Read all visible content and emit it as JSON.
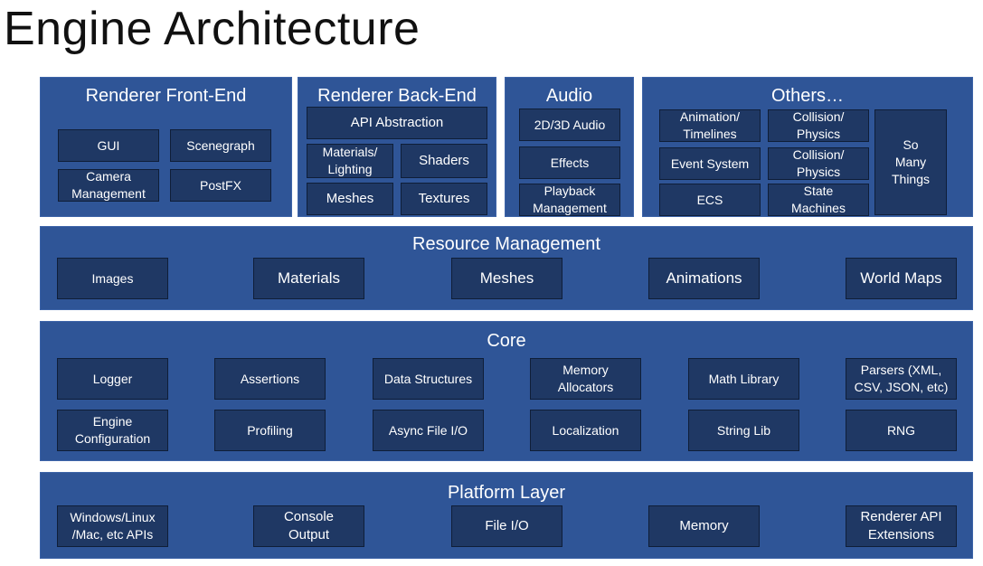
{
  "title": "Engine Architecture",
  "colors": {
    "panel": "#2f5597",
    "box": "#1f3864",
    "text": "#ffffff"
  },
  "renderer_front_end": {
    "title": "Renderer Front-End",
    "items": [
      "GUI",
      "Scenegraph",
      "Camera\nManagement",
      "PostFX"
    ]
  },
  "renderer_back_end": {
    "title": "Renderer Back-End",
    "items": [
      "API Abstraction",
      "Materials/\nLighting",
      "Shaders",
      "Meshes",
      "Textures"
    ]
  },
  "audio": {
    "title": "Audio",
    "items": [
      "2D/3D Audio",
      "Effects",
      "Playback\nManagement"
    ]
  },
  "others": {
    "title": "Others…",
    "items": [
      "Animation/\nTimelines",
      "Collision/\nPhysics",
      "Event System",
      "Collision/\nPhysics",
      "ECS",
      "State\nMachines",
      "So\nMany\nThings"
    ]
  },
  "resource_management": {
    "title": "Resource Management",
    "items": [
      "Images",
      "Materials",
      "Meshes",
      "Animations",
      "World Maps"
    ]
  },
  "core": {
    "title": "Core",
    "items": [
      "Logger",
      "Assertions",
      "Data Structures",
      "Memory\nAllocators",
      "Math Library",
      "Parsers (XML,\nCSV, JSON, etc)",
      "Engine\nConfiguration",
      "Profiling",
      "Async File I/O",
      "Localization",
      "String Lib",
      "RNG"
    ]
  },
  "platform_layer": {
    "title": "Platform Layer",
    "items": [
      "Windows/Linux\n/Mac, etc APIs",
      "Console\nOutput",
      "File I/O",
      "Memory",
      "Renderer API\nExtensions"
    ]
  }
}
